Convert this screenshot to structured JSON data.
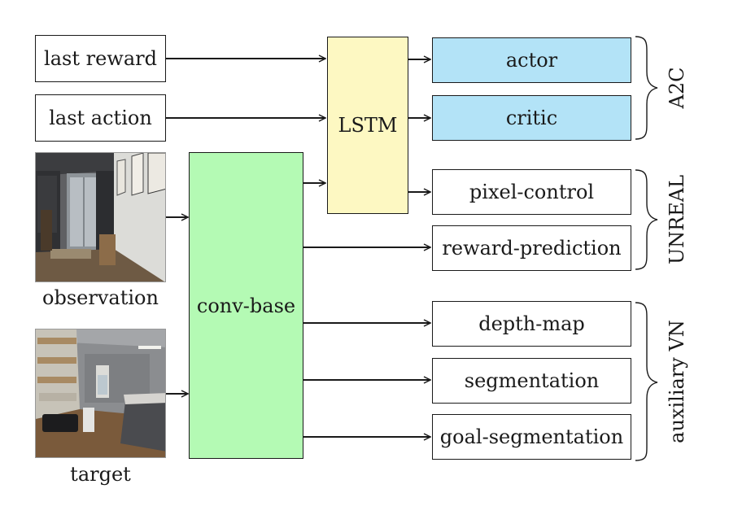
{
  "inputs": {
    "last_reward": "last reward",
    "last_action": "last action",
    "observation": "observation",
    "target": "target"
  },
  "modules": {
    "lstm": "LSTM",
    "conv_base": "conv-base"
  },
  "heads": {
    "actor": "actor",
    "critic": "critic",
    "pixel_control": "pixel-control",
    "reward_prediction": "reward-prediction",
    "depth_map": "depth-map",
    "segmentation": "segmentation",
    "goal_segmentation": "goal-segmentation"
  },
  "groups": {
    "a2c": "A2C",
    "unreal": "UNREAL",
    "auxiliary_vn": "auxiliary VN"
  },
  "colors": {
    "lstm_fill": "#fdf8c2",
    "conv_fill": "#b4fab4",
    "actor_critic_fill": "#b3e3f7",
    "line": "#1a1a1a"
  }
}
